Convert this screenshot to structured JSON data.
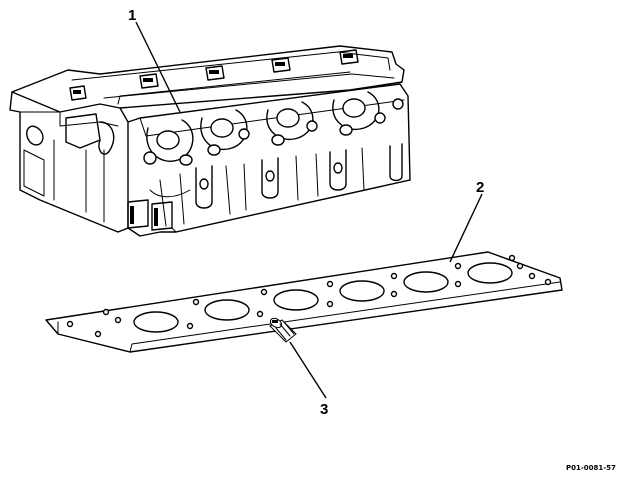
{
  "callouts": {
    "c1": "1",
    "c2": "2",
    "c3": "3"
  },
  "reference_code": "P01-0081-57"
}
